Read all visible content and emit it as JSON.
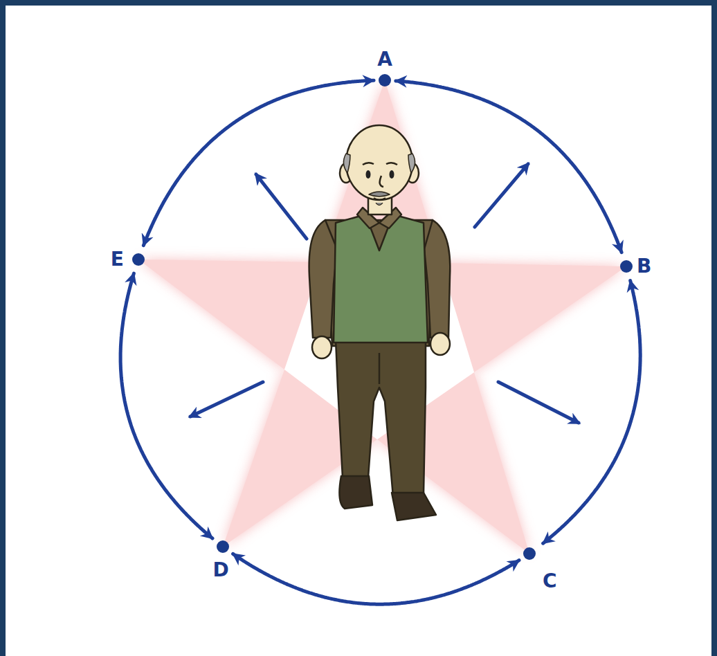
{
  "diagram": {
    "nodes": [
      {
        "text": [
          "A"
        ]
      },
      {
        "text": [
          "B"
        ]
      },
      {
        "text": [
          "C"
        ]
      },
      {
        "text": [
          "D"
        ]
      },
      {
        "text": [
          "E"
        ]
      }
    ],
    "edges": [
      {
        "from": 0,
        "to": 1,
        "arrow": "both"
      },
      {
        "from": 1,
        "to": 2,
        "arrow": "both"
      },
      {
        "from": 2,
        "to": 3,
        "arrow": "both"
      },
      {
        "from": 3,
        "to": 4,
        "arrow": "both"
      },
      {
        "from": 4,
        "to": 0,
        "arrow": "both"
      }
    ]
  }
}
